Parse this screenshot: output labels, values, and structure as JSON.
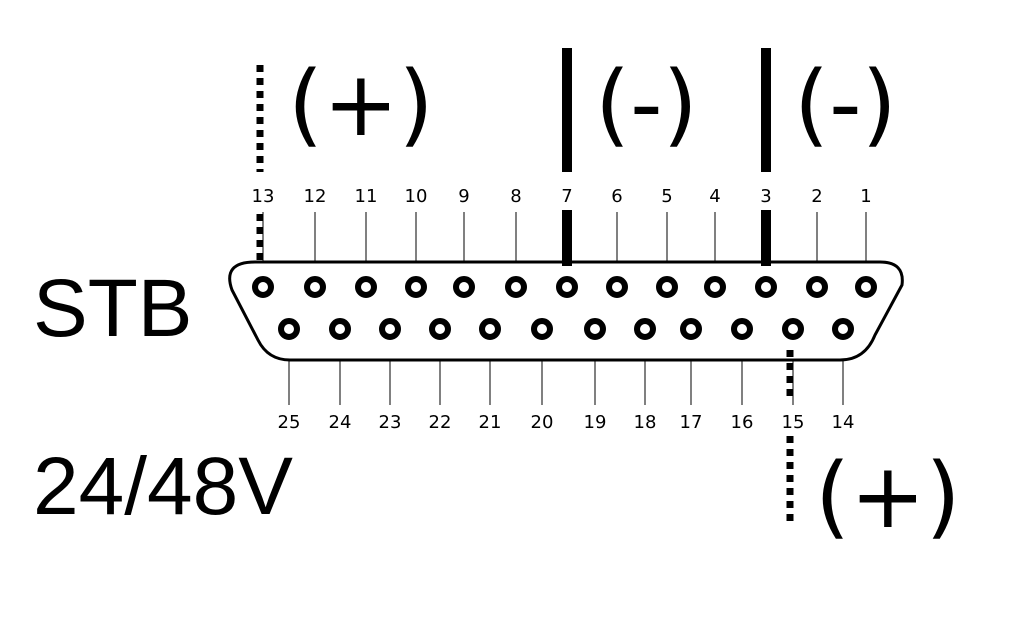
{
  "device_label": "STB",
  "voltage_label": "24/48V",
  "connector": {
    "top_row": [
      "13",
      "12",
      "11",
      "10",
      "9",
      "8",
      "7",
      "6",
      "5",
      "4",
      "3",
      "2",
      "1"
    ],
    "bottom_row": [
      "25",
      "24",
      "23",
      "22",
      "21",
      "20",
      "19",
      "18",
      "17",
      "16",
      "15",
      "14"
    ]
  },
  "polarity_markers": [
    {
      "pin": "13",
      "symbol": "(+)",
      "line_style": "dotted"
    },
    {
      "pin": "7",
      "symbol": "(-)",
      "line_style": "solid-bold"
    },
    {
      "pin": "3",
      "symbol": "(-)",
      "line_style": "solid-bold"
    },
    {
      "pin": "15",
      "symbol": "(+)",
      "line_style": "dotted"
    }
  ]
}
